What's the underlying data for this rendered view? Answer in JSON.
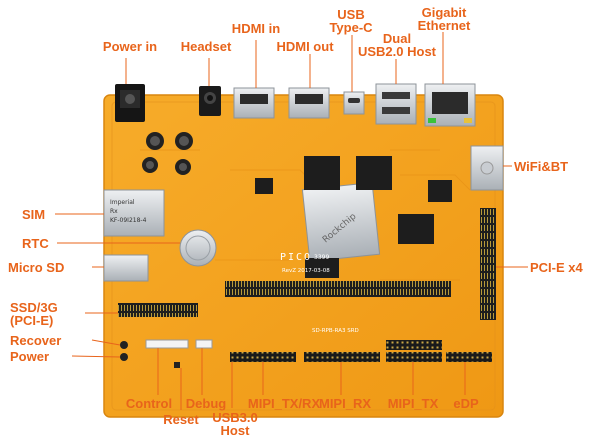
{
  "board": {
    "silkscreen_name": "PICO",
    "silkscreen_model": "3399",
    "silkscreen_rev": "RevZ 2017-03-08",
    "silkscreen_sd": "SD-RPB-RA3 SRD",
    "sim_tray_text": [
      "Imperial",
      "Rx",
      "KF-09I218-4"
    ],
    "soc_brand": "Rockchip"
  },
  "labels": {
    "power_in": "Power in",
    "headset": "Headset",
    "hdmi_in": "HDMI in",
    "hdmi_out": "HDMI out",
    "usb_typec": [
      "USB",
      "Type-C"
    ],
    "dual_usb": [
      "Dual",
      "USB2.0 Host"
    ],
    "gigabit_eth": [
      "Gigabit",
      "Ethernet"
    ],
    "wifi_bt": "WiFi&BT",
    "sim": "SIM",
    "rtc": "RTC",
    "micro_sd": "Micro SD",
    "ssd_3g": [
      "SSD/3G",
      "(PCI-E)"
    ],
    "recover": "Recover",
    "power": "Power",
    "pcie_x4": "PCI-E x4",
    "control": "Control",
    "reset": "Reset",
    "debug": "Debug",
    "usb3_host": [
      "USB3.0",
      "Host"
    ],
    "mipi_txrx": "MIPI_TX/RX",
    "mipi_rx": "MIPI_RX",
    "mipi_tx": "MIPI_TX",
    "edp": "eDP"
  },
  "colors": {
    "label": "#e8641b",
    "pcb": "#f4a11c",
    "pcb_edge": "#d9860f",
    "leader": "#e8641b",
    "metal": "#c9cdd2",
    "chip": "#1d1d1d"
  }
}
